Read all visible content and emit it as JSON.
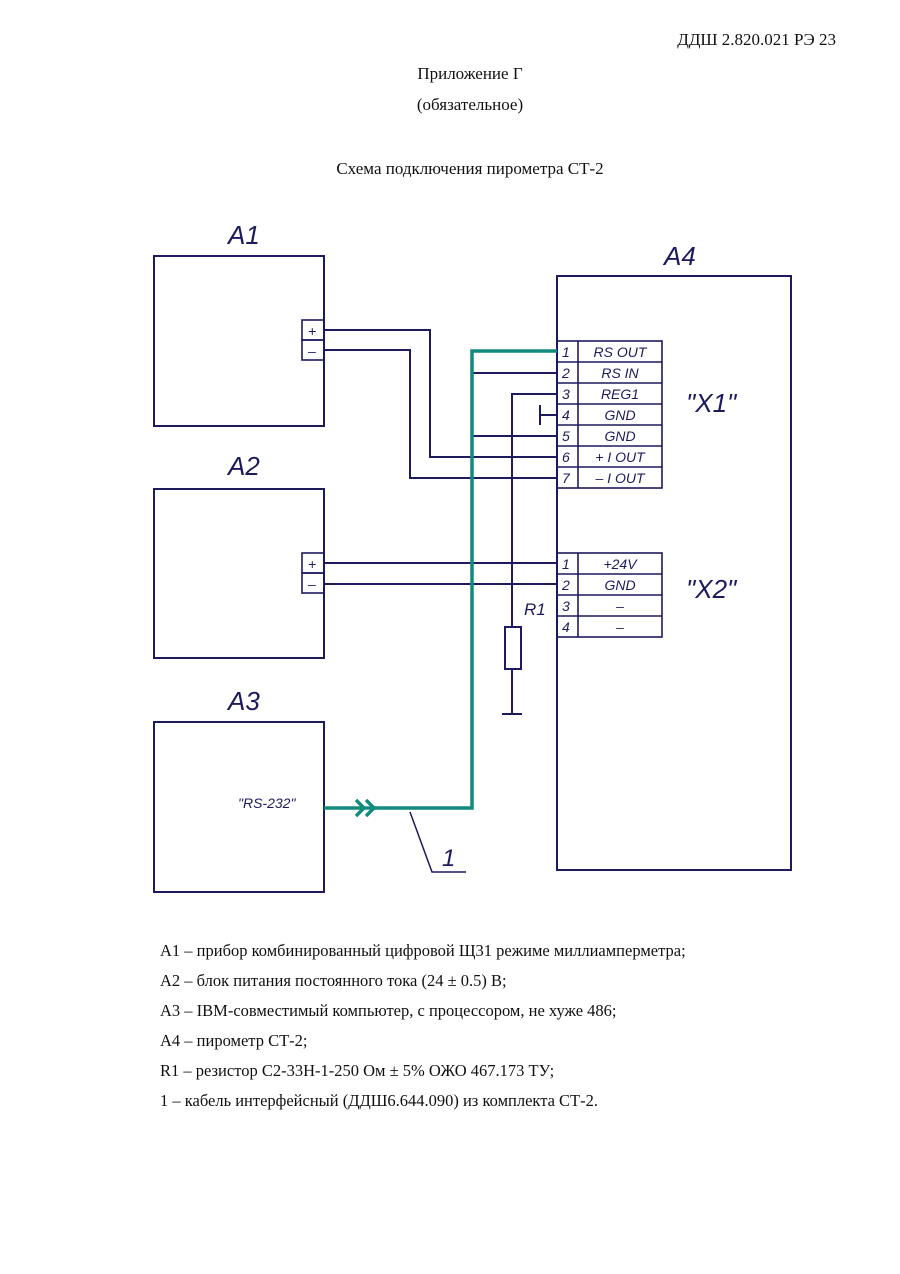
{
  "header": {
    "doc_code": "ДДШ 2.820.021 РЭ  23"
  },
  "appendix": {
    "title": "Приложение Г",
    "subtitle": "(обязательное)"
  },
  "scheme_title": "Схема подключения пирометра СТ-2",
  "diagram": {
    "blocks": {
      "a1": "A1",
      "a2": "A2",
      "a3": "A3",
      "a4": "A4"
    },
    "a1_terminals": [
      "+",
      "–"
    ],
    "a2_terminals": [
      "+",
      "–"
    ],
    "a3_port": "\"RS-232\"",
    "connector_x1": {
      "name": "\"X1\"",
      "pins": [
        {
          "num": "1",
          "label": "RS OUT"
        },
        {
          "num": "2",
          "label": "RS IN"
        },
        {
          "num": "3",
          "label": "REG1"
        },
        {
          "num": "4",
          "label": "GND"
        },
        {
          "num": "5",
          "label": "GND"
        },
        {
          "num": "6",
          "label": "+ I OUT"
        },
        {
          "num": "7",
          "label": "– I OUT"
        }
      ]
    },
    "connector_x2": {
      "name": "\"X2\"",
      "pins": [
        {
          "num": "1",
          "label": "+24V"
        },
        {
          "num": "2",
          "label": "GND"
        },
        {
          "num": "3",
          "label": "–"
        },
        {
          "num": "4",
          "label": "–"
        }
      ]
    },
    "resistor_label": "R1",
    "cable_label": "1",
    "colors": {
      "wire": "#1d1a5e",
      "cable": "#138a7e"
    }
  },
  "legend": [
    "A1 – прибор комбинированный цифровой Щ31 режиме миллиамперметра;",
    "A2 – блок питания постоянного тока (24 ± 0.5) В;",
    "A3 – IBM-совместимый компьютер, с процессором, не хуже 486;",
    "A4 – пирометр СТ-2;",
    "R1 – резистор С2-33Н-1-250 Ом ± 5% ОЖО 467.173 ТУ;",
    "1 –  кабель интерфейсный (ДДШ6.644.090) из комплекта СТ-2."
  ]
}
